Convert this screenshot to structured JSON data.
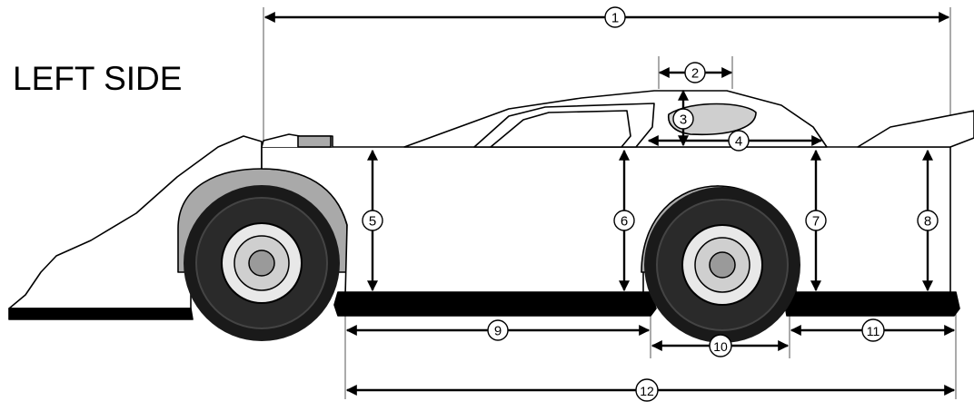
{
  "diagram": {
    "title": "LEFT SIDE",
    "callouts": [
      "1",
      "2",
      "3",
      "4",
      "5",
      "6",
      "7",
      "8",
      "9",
      "10",
      "11",
      "12"
    ]
  },
  "colors": {
    "ink": "#000000",
    "body_fill": "#ffffff",
    "tire": "#1a1a1a",
    "fender_gray": "#a9a9a9",
    "window_gray": "#cfcfcf",
    "wheel_hub": "#9a9a9a"
  }
}
